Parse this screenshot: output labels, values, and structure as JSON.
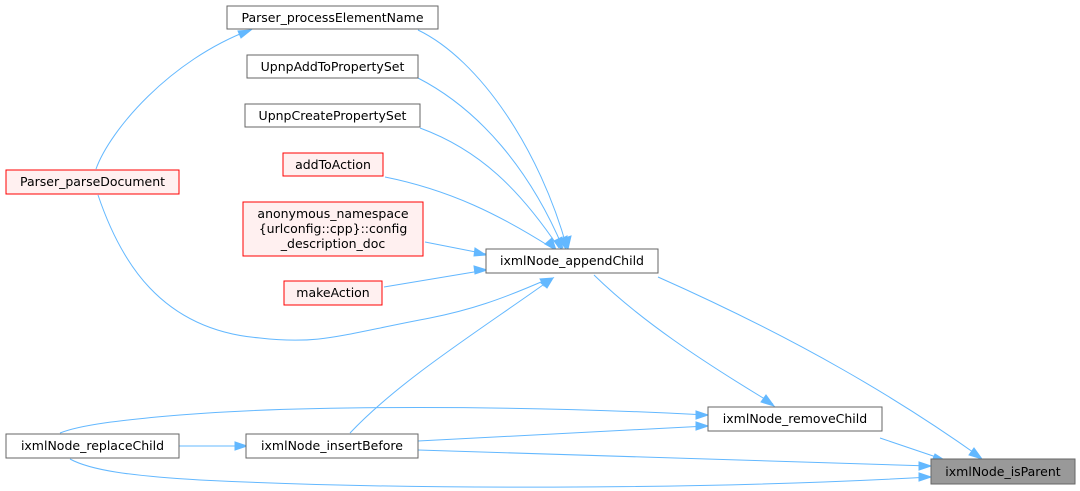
{
  "colors": {
    "edge": "#63b8ff",
    "normal_fill": "#ffffff",
    "normal_stroke": "#666666",
    "incomplete_fill": "#fff0f0",
    "incomplete_stroke": "#ff0000",
    "selected_fill": "#999999",
    "selected_stroke": "#666666"
  },
  "nodes": {
    "parser_process_element_name": {
      "label": "Parser_processElementName",
      "style": "normal"
    },
    "upnp_add_to_property_set": {
      "label": "UpnpAddToPropertySet",
      "style": "normal"
    },
    "upnp_create_property_set": {
      "label": "UpnpCreatePropertySet",
      "style": "normal"
    },
    "add_to_action": {
      "label": "addToAction",
      "style": "incomplete"
    },
    "anonymous_namespace": {
      "lines": [
        "anonymous_namespace",
        "{urlconfig::cpp}::config",
        "_description_doc"
      ],
      "style": "incomplete"
    },
    "make_action": {
      "label": "makeAction",
      "style": "incomplete"
    },
    "parser_parse_document": {
      "label": "Parser_parseDocument",
      "style": "incomplete"
    },
    "ixml_node_append_child": {
      "label": "ixmlNode_appendChild",
      "style": "normal"
    },
    "ixml_node_remove_child": {
      "label": "ixmlNode_removeChild",
      "style": "normal"
    },
    "ixml_node_replace_child": {
      "label": "ixmlNode_replaceChild",
      "style": "normal"
    },
    "ixml_node_insert_before": {
      "label": "ixmlNode_insertBefore",
      "style": "normal"
    },
    "ixml_node_is_parent": {
      "label": "ixmlNode_isParent",
      "style": "selected"
    }
  },
  "edges": [
    {
      "from": "ixml_node_append_child",
      "to": "parser_process_element_name"
    },
    {
      "from": "ixml_node_append_child",
      "to": "upnp_add_to_property_set"
    },
    {
      "from": "ixml_node_append_child",
      "to": "upnp_create_property_set"
    },
    {
      "from": "ixml_node_append_child",
      "to": "add_to_action"
    },
    {
      "from": "ixml_node_append_child",
      "to": "anonymous_namespace"
    },
    {
      "from": "ixml_node_append_child",
      "to": "make_action"
    },
    {
      "from": "ixml_node_append_child",
      "to": "parser_parse_document"
    },
    {
      "from": "ixml_node_append_child",
      "to": "ixml_node_insert_before"
    },
    {
      "from": "parser_process_element_name",
      "to": "parser_parse_document"
    },
    {
      "from": "ixml_node_remove_child",
      "to": "ixml_node_append_child"
    },
    {
      "from": "ixml_node_remove_child",
      "to": "ixml_node_insert_before"
    },
    {
      "from": "ixml_node_remove_child",
      "to": "ixml_node_replace_child"
    },
    {
      "from": "ixml_node_insert_before",
      "to": "ixml_node_replace_child"
    },
    {
      "from": "ixml_node_is_parent",
      "to": "ixml_node_append_child"
    },
    {
      "from": "ixml_node_is_parent",
      "to": "ixml_node_remove_child"
    },
    {
      "from": "ixml_node_is_parent",
      "to": "ixml_node_insert_before"
    },
    {
      "from": "ixml_node_is_parent",
      "to": "ixml_node_replace_child"
    }
  ]
}
